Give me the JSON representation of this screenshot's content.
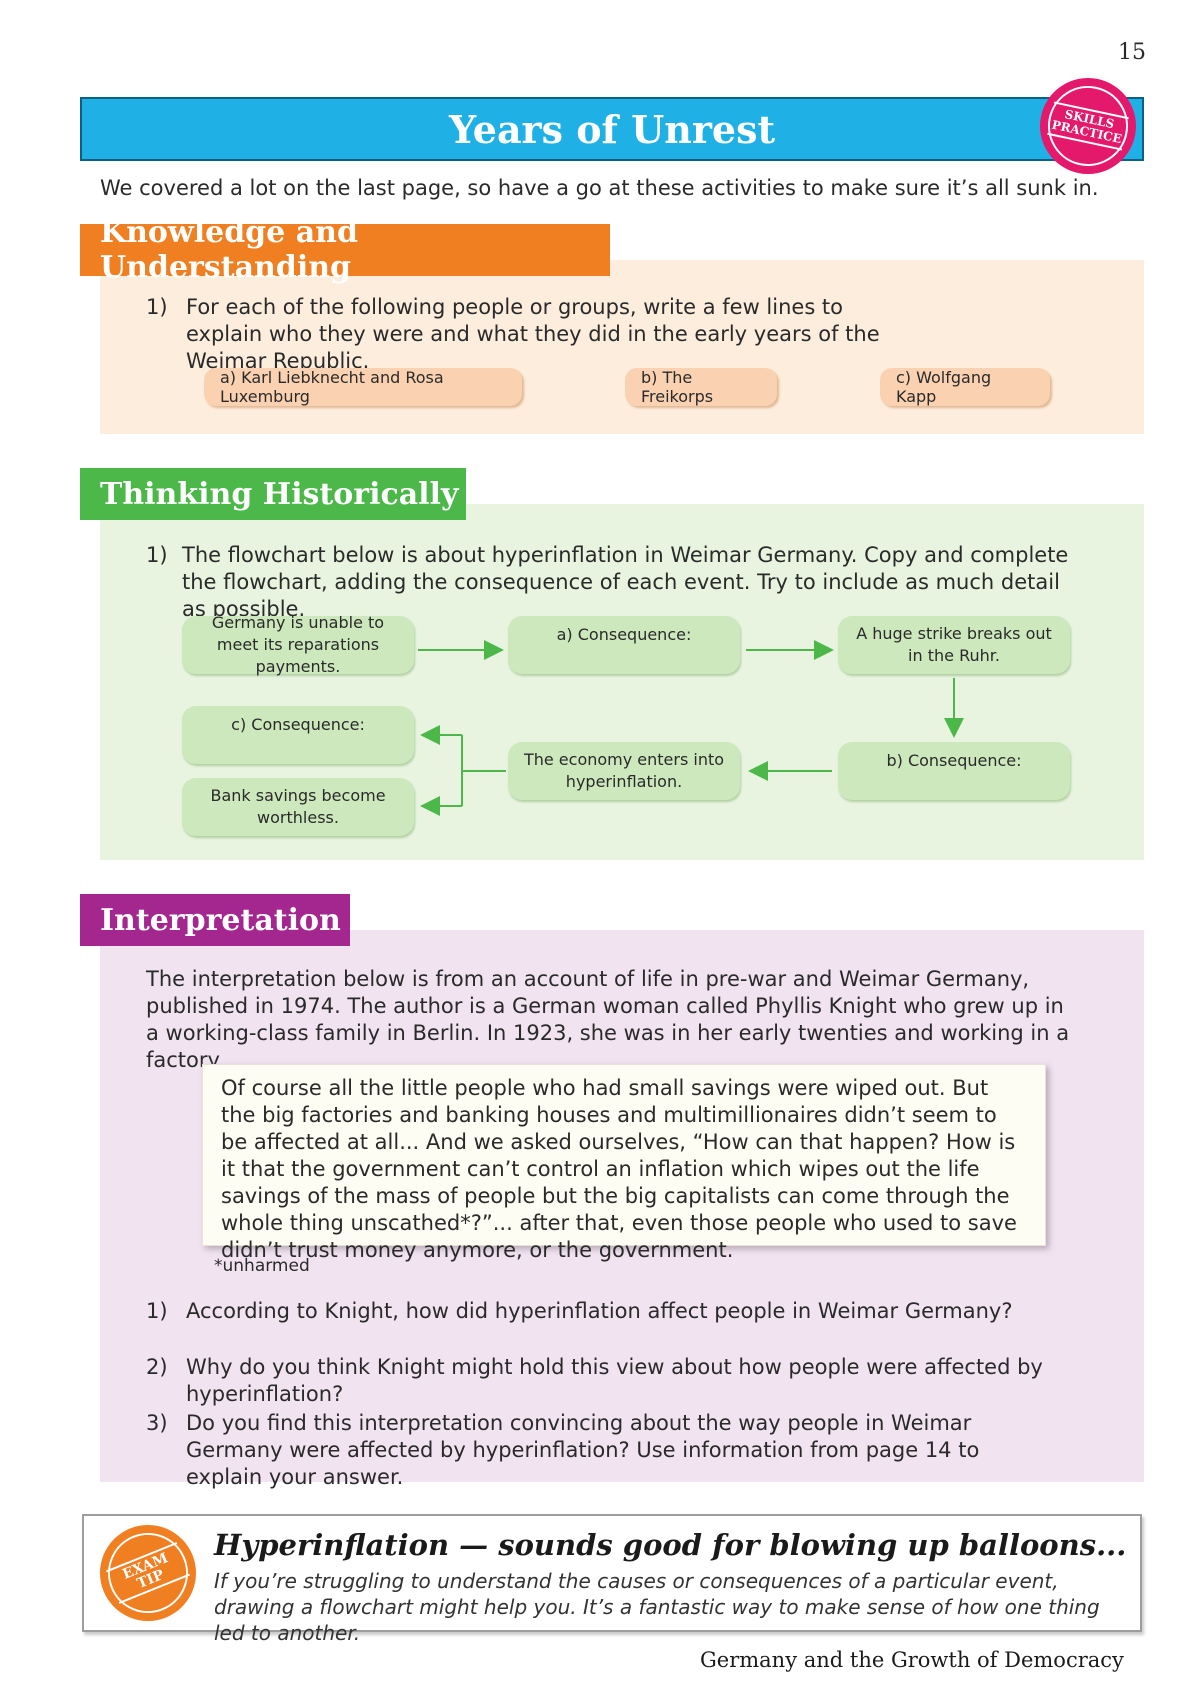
{
  "page_number": "15",
  "header": {
    "title": "Years of Unrest",
    "badge": "SKILLS PRACTICE"
  },
  "intro": "We covered a lot on the last page, so have a go at these activities to make sure it’s all sunk in.",
  "knowledge": {
    "heading": "Knowledge and Understanding",
    "q_num": "1)",
    "question": "For each of the following people or groups, write a few lines to explain who they were and what they did in the early years of the Weimar Republic.",
    "options": [
      "a)  Karl Liebknecht and Rosa Luxemburg",
      "b)  The Freikorps",
      "c)  Wolfgang Kapp"
    ]
  },
  "thinking": {
    "heading": "Thinking Historically",
    "q_num": "1)",
    "question": "The flowchart below is about hyperinflation in Weimar Germany.  Copy and complete the flowchart, adding the consequence of each event.  Try to include as much detail as possible.",
    "flow": {
      "box1": "Germany is unable to meet its reparations payments.",
      "box2": "a)  Consequence:",
      "box3": "A huge strike breaks out in the Ruhr.",
      "box4": "b)  Consequence:",
      "box5": "The economy enters into hyperinflation.",
      "box6": "c)  Consequence:",
      "box7": "Bank savings become worthless."
    }
  },
  "interpretation": {
    "heading": "Interpretation",
    "intro": "The interpretation below is from an account of life in pre-war and Weimar Germany, published in 1974.  The author is a German woman called Phyllis Knight who grew up in a working-class family in Berlin.  In 1923, she was in her early twenties and working in a factory.",
    "quote": "Of course all the little people who had small savings were wiped out.  But the big factories and banking houses and multimillionaires didn’t seem to be affected at all... And we asked ourselves, “How can that happen?  How is it that the government can’t control an inflation which wipes out the life savings of the mass of people but the big capitalists can come through the whole thing unscathed*?”...  after that, even those people who used to save didn’t trust money anymore, or the government.",
    "footnote": "*unharmed",
    "questions": [
      {
        "num": "1)",
        "text": "According to Knight, how did hyperinflation affect people in Weimar Germany?"
      },
      {
        "num": "2)",
        "text": "Why do you think Knight might hold this view about how people were affected by hyperinflation?"
      },
      {
        "num": "3)",
        "text": "Do you find this interpretation convincing about the way people in Weimar Germany were affected by hyperinflation?  Use information from page 14 to explain your answer."
      }
    ]
  },
  "exam_tip": {
    "badge": "EXAM TIP",
    "title": "Hyperinflation — sounds good for blowing up balloons...",
    "text": "If you’re struggling to understand the causes or consequences of a particular event, drawing a flowchart might help you.  It’s a fantastic way to make sense of how one thing led to another."
  },
  "footer": "Germany and the Growth of Democracy",
  "colors": {
    "title_blue": "#1fb0e6",
    "skills_pink": "#e5196b",
    "knowledge_orange": "#f07f22",
    "knowledge_bg": "#fdeddd",
    "thinking_green": "#4cb849",
    "thinking_bg": "#e8f4e0",
    "interp_purple": "#a3278f",
    "interp_bg": "#f1e3f0"
  }
}
